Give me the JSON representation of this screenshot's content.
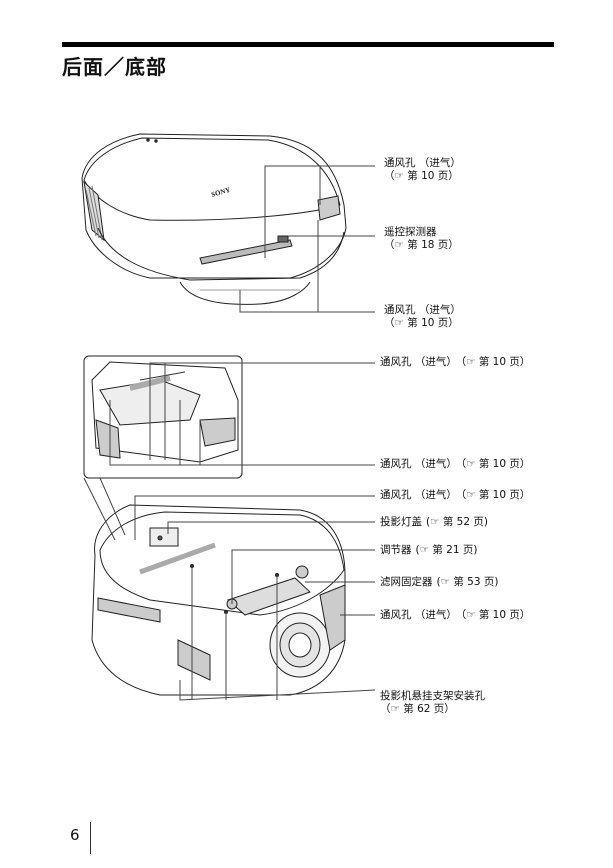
{
  "page": {
    "title": "后面／底部",
    "page_number": "6"
  },
  "callouts": [
    {
      "label": "通风孔 （进气）",
      "ref": "（☞ 第 10 页）"
    },
    {
      "label": "遥控探测器",
      "ref": "（☞ 第 18 页）"
    },
    {
      "label": "通风孔 （进气）",
      "ref": "（☞ 第 10 页）"
    },
    {
      "label": "通风孔 （进气）",
      "ref": "（☞ 第 10 页）"
    },
    {
      "label": "通风孔 （进气）",
      "ref": "（☞ 第 10 页）"
    },
    {
      "label": "通风孔 （进气）",
      "ref": "（☞ 第 10 页）"
    },
    {
      "label": "投影灯盖",
      "ref": "(☞ 第 52 页)"
    },
    {
      "label": "调节器",
      "ref": "(☞ 第 21 页)"
    },
    {
      "label": "滤网固定器",
      "ref": "(☞ 第 53 页)"
    },
    {
      "label": "通风孔 （进气）",
      "ref": "（☞ 第 10 页）"
    },
    {
      "label": "投影机悬挂支架安装孔",
      "ref": "（☞ 第 62 页）"
    }
  ],
  "logo_text": "SONY"
}
